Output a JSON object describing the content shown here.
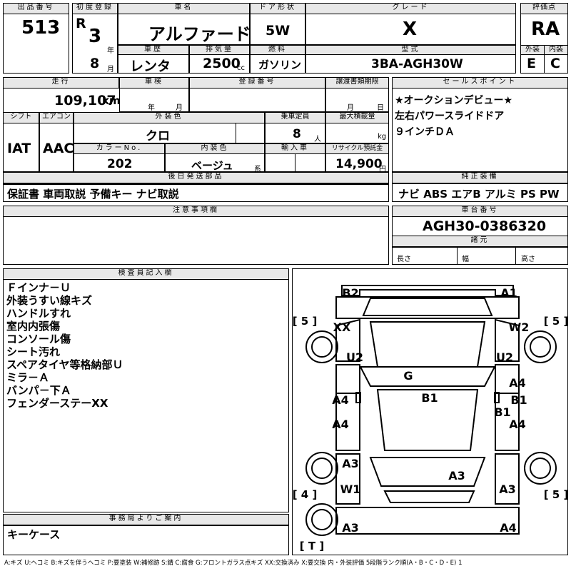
{
  "header": {
    "lot_label": "出品番号",
    "lot": "513",
    "first_reg_label": "初度登録",
    "era": "R",
    "year": "3",
    "year_unit": "年",
    "month": "8",
    "month_unit": "月",
    "name_label": "車名",
    "name": "アルファード",
    "door_label": "ドア形状",
    "door": "5W",
    "grade_label": "グレード",
    "grade": "X",
    "score_label": "評価点",
    "score": "RA",
    "history_label": "車歴",
    "history": "レンタ",
    "disp_label": "排気量",
    "disp": "2500",
    "disp_unit": "cc",
    "fuel_label": "燃料",
    "fuel": "ガソリン",
    "model_label": "型式",
    "model": "3BA-AGH30W",
    "ext_label": "外装",
    "ext": "E",
    "int_label": "内装",
    "int": "C"
  },
  "specs": {
    "mileage_label": "走行",
    "mileage": "109,107",
    "mileage_unit": "km",
    "inspect_label": "車検",
    "inspect_year": "年",
    "inspect_month": "月",
    "reg_label": "登録番号",
    "transfer_label": "譲渡書類期限",
    "transfer_month": "月",
    "transfer_day": "日",
    "shift_label": "シフト",
    "shift": "IAT",
    "ac_label": "エアコン",
    "ac": "AAC",
    "color_label": "外装色",
    "color": "クロ",
    "cap_label": "乗車定員",
    "cap": "8",
    "cap_unit": "人",
    "load_label": "最大積載量",
    "load_unit": "kg",
    "colorno_label": "カラーNo.",
    "colorno": "202",
    "intcolor_label": "内装色",
    "intcolor": "ベージュ",
    "intcolor_unit": "系",
    "import_label": "輸入車",
    "recycle_label": "リサイクル預託金",
    "recycle": "14,900",
    "recycle_unit": "円",
    "later_label": "後日発送部品",
    "later": "保証書 車両取説 予備キー ナビ取説"
  },
  "sales": {
    "label": "セールスポイント",
    "lines": [
      "★オークションデビュー★",
      "左右パワースライドドア",
      "９インチＤＡ"
    ]
  },
  "equip": {
    "label": "純正装備",
    "value": "ナビ ABS エアB アルミ PS PW"
  },
  "notes_label": "注意事項欄",
  "chassis": {
    "label": "車台番号",
    "value": "AGH30-0386320",
    "spec_label": "諸元",
    "length": "長さ",
    "width": "幅",
    "height": "高さ"
  },
  "inspector": {
    "label": "検査員記入欄",
    "lines": [
      "Ｆインナ－Ｕ",
      "外装うすい線キズ",
      "ハンドルすれ",
      "室内内張傷",
      "コンソール傷",
      "シート汚れ",
      "スペアタイヤ等格納部Ｕ",
      "ミラ－Ａ",
      "バンパ－下Ａ",
      "フェンダーステーXX"
    ]
  },
  "office": {
    "label": "事務局よりご案内",
    "value": "キーケース"
  },
  "diagram": {
    "marks": [
      "B2",
      "A1",
      "XX",
      "W2",
      "U2",
      "U2",
      "G",
      "B1",
      "A4",
      "A4",
      "B1",
      "B1",
      "A4",
      "A4",
      "A3",
      "A3",
      "W1",
      "A3",
      "A3",
      "A4"
    ],
    "tires": [
      "[ 5 ]",
      "[ 5 ]",
      "[ 4 ]",
      "[ 5 ]",
      "[ T ]"
    ]
  },
  "legend": "A:キズ U:ヘコミ B:キズを伴うヘコミ P:要塗装 W:補修跡 S:錆 C:腐食 G:フロントガラス点キズ XX:交換済み X:要交換 内・外装評価 5段階ランク順(A・B・C・D・E) 1"
}
